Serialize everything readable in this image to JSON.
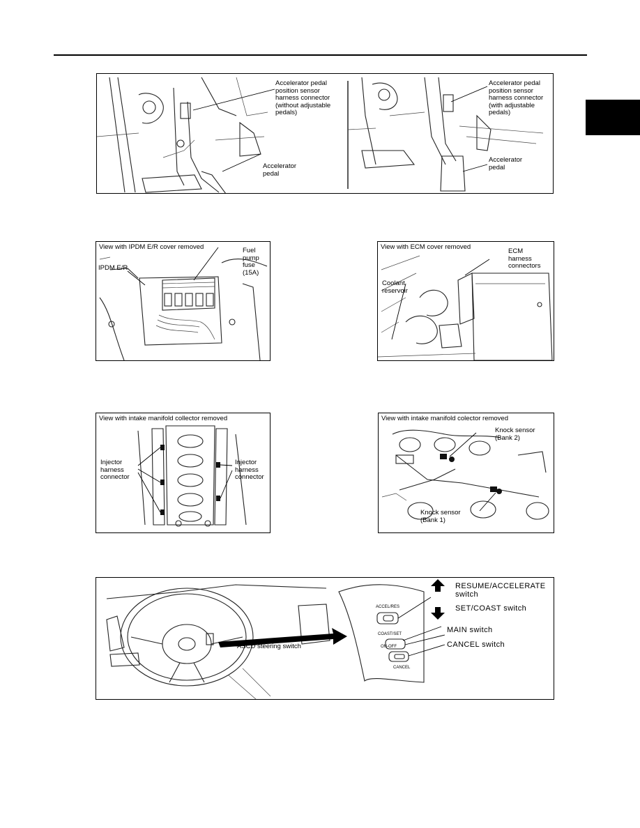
{
  "figures": {
    "accel_left": {
      "label": "Accelerator pedal\nposition sensor\nharness connector\n(without adjustable\npedals)",
      "pedal": "Accelerator\npedal"
    },
    "accel_right": {
      "label": "Accelerator pedal\nposition sensor\nharness connector\n(with adjustable\npedals)",
      "pedal": "Accelerator\npedal"
    },
    "ipdm": {
      "caption": "View with IPDM E/R cover removed",
      "fuse": "Fuel\npump\nfuse\n(15A)",
      "module": "IPDM E/R"
    },
    "ecm": {
      "caption": "View with ECM cover removed",
      "connectors": "ECM\nharness\nconnectors",
      "reservoir": "Coolant\nreservoir"
    },
    "injector": {
      "caption": "View with intake manifold collector removed",
      "left_label": "Injector\nharness\nconnector",
      "right_label": "Injector\nharness\nconnector"
    },
    "knock": {
      "caption": "View with intake manifold colector removed",
      "bank2": "Knock sensor\n(Bank 2)",
      "bank1": "Knock sensor\n(Bank 1)"
    },
    "ascd": {
      "steering_label": "ASCD steering switch",
      "resume": "RESUME/ACCELERATE\nswitch",
      "set": "SET/COAST switch",
      "main": "MAIN switch",
      "cancel": "CANCEL switch",
      "btn_accres": "ACCEL/RES",
      "btn_coastset": "COAST/SET",
      "btn_onoff": "ON-OFF",
      "btn_cancel": "CANCEL"
    }
  }
}
